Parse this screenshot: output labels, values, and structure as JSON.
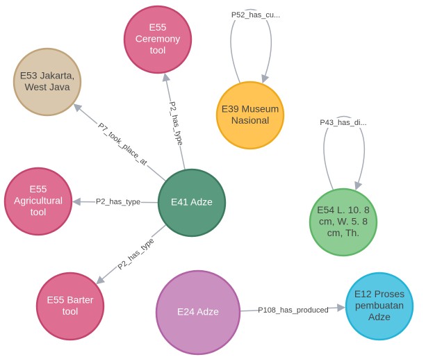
{
  "nodes": [
    {
      "id": "ceremony",
      "lines": [
        "E55",
        "Ceremony",
        "tool"
      ],
      "fill": "#de6f93",
      "stroke": "#c4446d",
      "text": "#ffffff"
    },
    {
      "id": "jakarta",
      "lines": [
        "E53 Jakarta,",
        "West Java"
      ],
      "fill": "#d9c8ae",
      "stroke": "#c0a378",
      "text": "#444444"
    },
    {
      "id": "museum",
      "lines": [
        "E39 Museum",
        "Nasional"
      ],
      "fill": "#ffc454",
      "stroke": "#f0a91c",
      "text": "#444444"
    },
    {
      "id": "agri",
      "lines": [
        "E55",
        "Agricultural",
        "tool"
      ],
      "fill": "#de6f93",
      "stroke": "#c4446d",
      "text": "#ffffff"
    },
    {
      "id": "adze41",
      "lines": [
        "E41 Adze"
      ],
      "fill": "#5a9b80",
      "stroke": "#3c7a60",
      "text": "#ffffff"
    },
    {
      "id": "dim",
      "lines": [
        "E54 L. 10. 8",
        "cm, W. 5. 8",
        "cm, Th."
      ],
      "fill": "#8dcc93",
      "stroke": "#5db665",
      "text": "#444444"
    },
    {
      "id": "barter",
      "lines": [
        "E55 Barter",
        "tool"
      ],
      "fill": "#de6f93",
      "stroke": "#c4446d",
      "text": "#ffffff"
    },
    {
      "id": "adze24",
      "lines": [
        "E24 Adze"
      ],
      "fill": "#c990c0",
      "stroke": "#b261a5",
      "text": "#ffffff"
    },
    {
      "id": "proses",
      "lines": [
        "E12 Proses",
        "pembuatan",
        "Adze"
      ],
      "fill": "#57c7e3",
      "stroke": "#23b3d7",
      "text": "#444444"
    }
  ],
  "edges": [
    {
      "id": "e-ceremony",
      "label": "P2_has_type"
    },
    {
      "id": "e-jakarta",
      "label": "P7_took_place_at"
    },
    {
      "id": "e-agri",
      "label": "P2_has_type"
    },
    {
      "id": "e-barter",
      "label": "P2_has_type"
    },
    {
      "id": "e-produced",
      "label": "P108_has_produced"
    },
    {
      "id": "e-museum-loop",
      "label": "P52_has_cu..."
    },
    {
      "id": "e-dim-loop",
      "label": "P43_has_di..."
    }
  ],
  "colors": {
    "edge": "#a5abb6"
  }
}
